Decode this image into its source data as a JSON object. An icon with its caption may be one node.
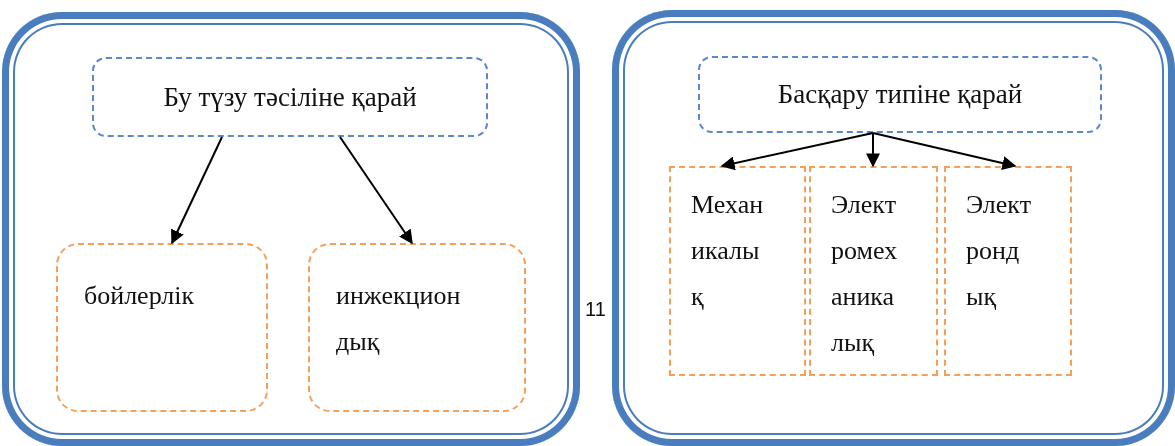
{
  "diagram": {
    "nodes": [
      {
        "text": [],
        "shape": "box"
      },
      {
        "text": [
          "Бу түзу тәсіліне қарай"
        ],
        "in": 0
      },
      {
        "text": [
          "бойлерлік"
        ],
        "in": 0
      },
      {
        "text": [
          "инжекцион дық"
        ],
        "in": 0
      },
      {
        "text": [],
        "shape": "box"
      },
      {
        "text": [
          "Басқару типіне қарай"
        ],
        "in": 4
      },
      {
        "text": [
          "Механ икалы қ"
        ],
        "in": 4
      },
      {
        "text": [
          "Элект ромех аника лық"
        ],
        "in": 4
      },
      {
        "text": [
          "Элект ронд ық"
        ],
        "in": 4
      }
    ],
    "edges": [
      {
        "from": 1,
        "to": 2,
        "arrow": "to"
      },
      {
        "from": 1,
        "to": 3,
        "arrow": "to"
      },
      {
        "from": 5,
        "to": 6,
        "arrow": "to"
      },
      {
        "from": 5,
        "to": 7,
        "arrow": "to"
      },
      {
        "from": 5,
        "to": 8,
        "arrow": "to"
      }
    ],
    "labels": [
      "11"
    ]
  }
}
